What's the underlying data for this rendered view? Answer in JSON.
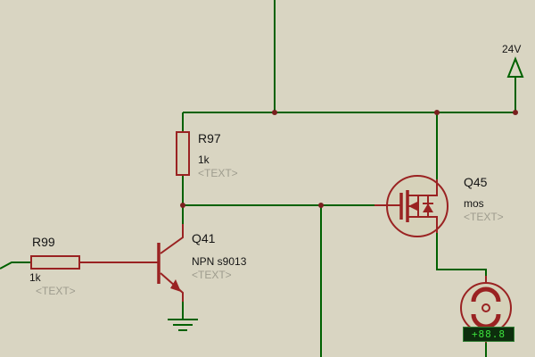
{
  "app": {
    "kind": "schematic-capture-canvas"
  },
  "colors": {
    "background": "#d9d5c2",
    "wire": "#006100",
    "component": "#9a2222",
    "component_fill": "#d6d2ba",
    "junction": "#7a1f1f",
    "placeholder_text": "#9e9c8e",
    "lcd_background": "#0d2e0d",
    "lcd_text": "#3ce03c"
  },
  "power": {
    "label": "24V"
  },
  "components": {
    "r97": {
      "ref": "R97",
      "value": "1k",
      "placeholder": "<TEXT>"
    },
    "r99": {
      "ref": "R99",
      "value": "1k",
      "placeholder": "<TEXT>"
    },
    "q41": {
      "ref": "Q41",
      "value": "NPN s9013",
      "placeholder": "<TEXT>"
    },
    "q45": {
      "ref": "Q45",
      "value": "mos",
      "placeholder": "<TEXT>"
    },
    "motor": {
      "display": "+88.8"
    }
  }
}
